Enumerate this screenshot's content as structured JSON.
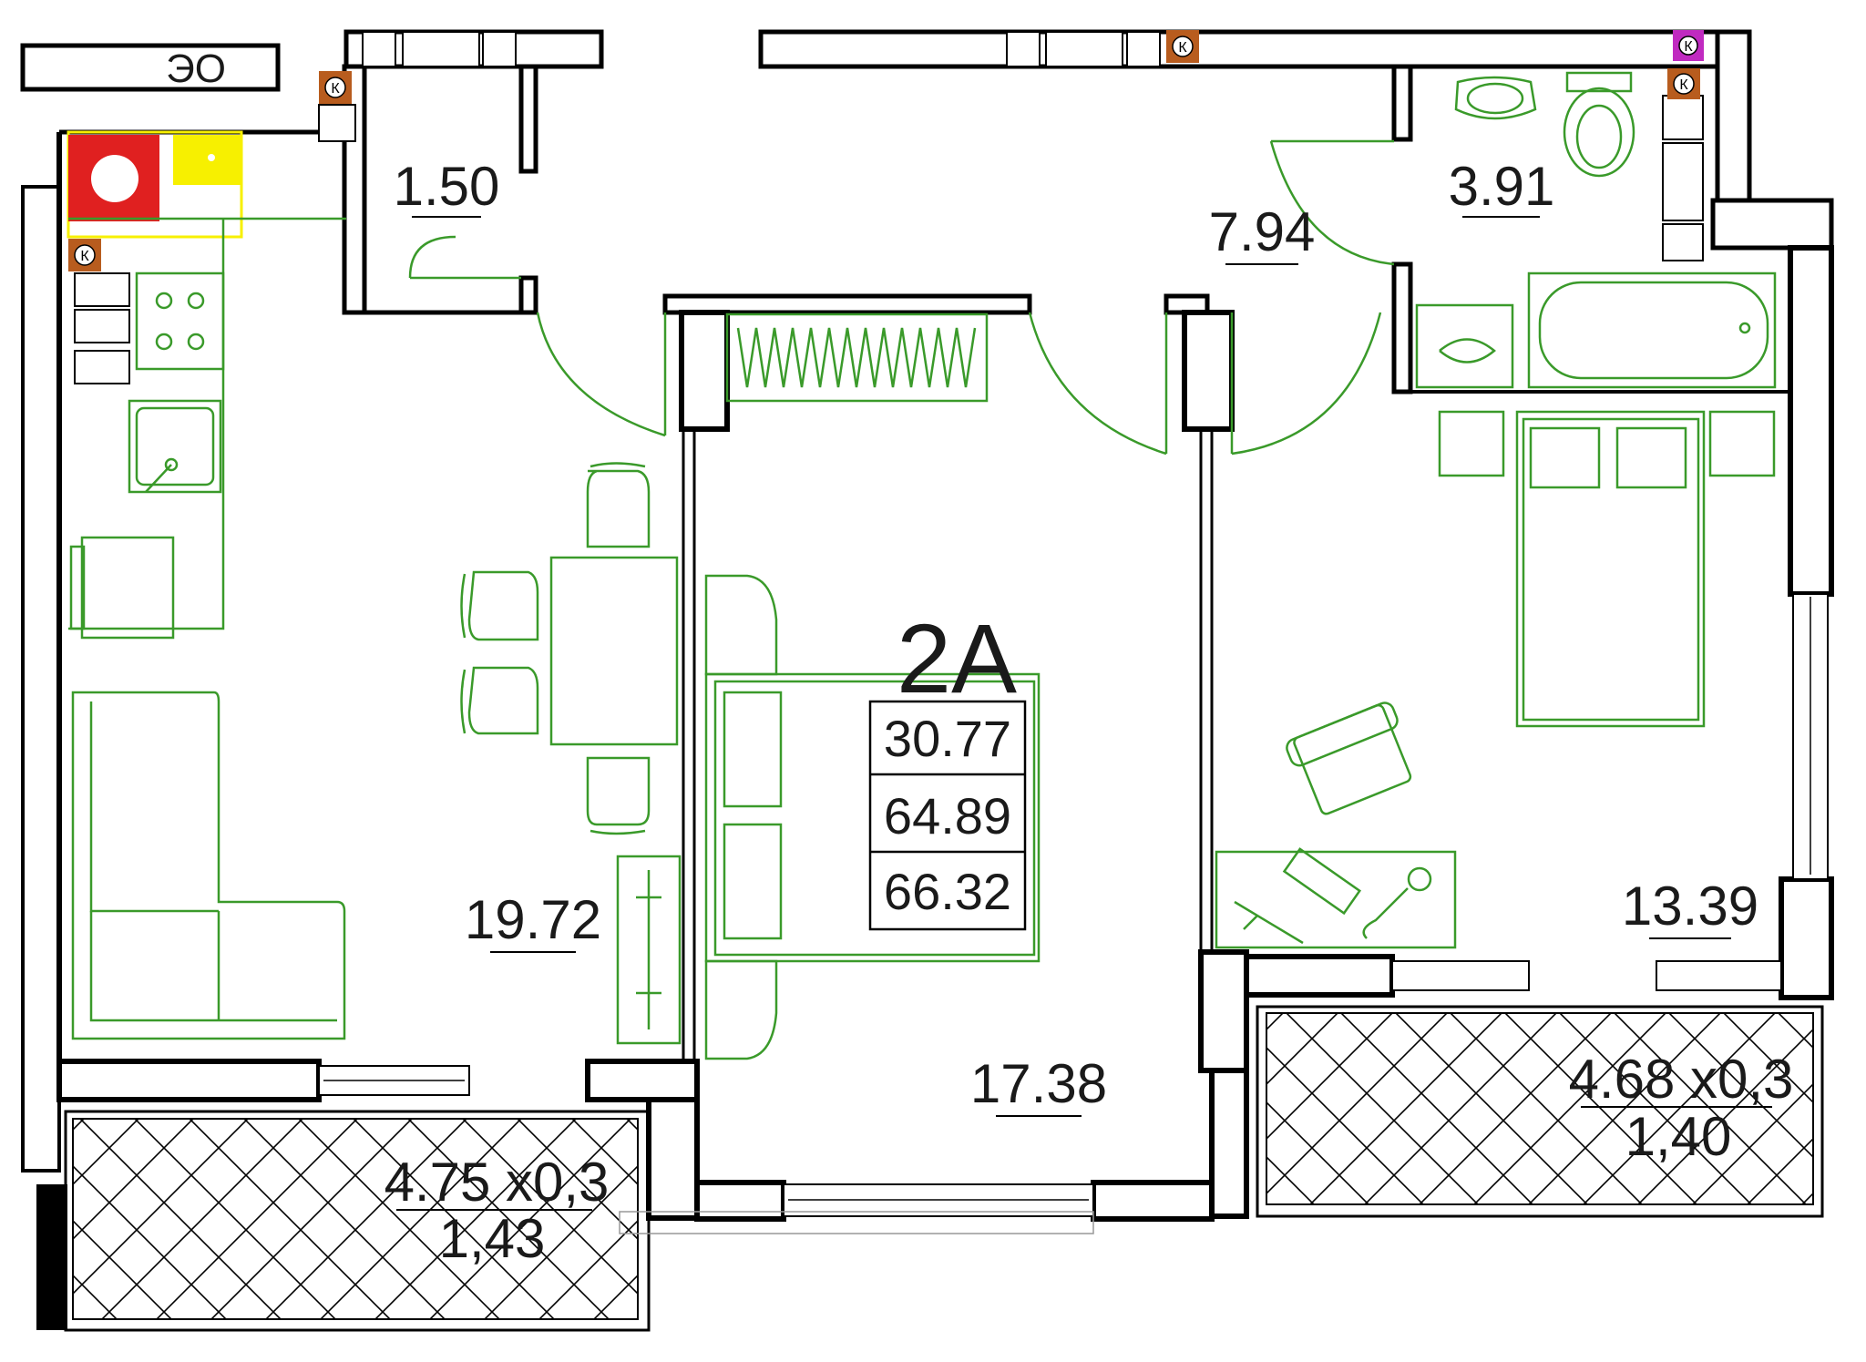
{
  "plan": {
    "apartment_id": "2A",
    "area_summary": [
      "30.77",
      "64.89",
      "66.32"
    ],
    "ventilation_label": "ЭО",
    "riser_marker": "К",
    "rooms": {
      "wc_small": "1.50",
      "bathroom": "3.91",
      "hallway": "7.94",
      "kitchen_living": "19.72",
      "bedroom_center": "17.38",
      "bedroom_right": "13.39"
    },
    "balconies": {
      "left": {
        "dims": "4.75 x0,3",
        "area": "1,43"
      },
      "right": {
        "dims": "4.68 x0,3",
        "area": "1,40"
      }
    },
    "colors": {
      "walls": "#000000",
      "furniture": "#3a9a2a",
      "boiler": "#e02020",
      "boiler_zone": "#f7f000",
      "riser": "#b85c1e",
      "riser_alt": "#c02ac0"
    }
  }
}
